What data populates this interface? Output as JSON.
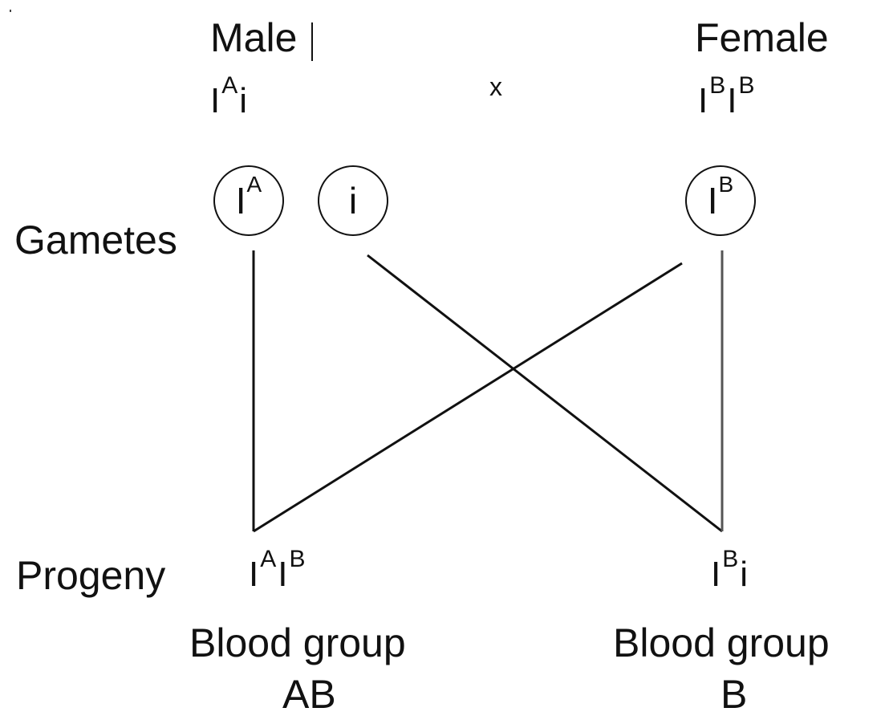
{
  "parents": {
    "male": {
      "label": "Male",
      "genotype": {
        "allele1_base": "I",
        "allele1_sup": "A",
        "allele2_base": "i"
      }
    },
    "cross_symbol": "x",
    "female": {
      "label": "Female",
      "genotype": {
        "allele1_base": "I",
        "allele1_sup": "B",
        "allele2_base": "I",
        "allele2_sup": "B"
      }
    }
  },
  "gametes": {
    "label": "Gametes",
    "male_1": {
      "base": "I",
      "sup": "A"
    },
    "male_2": {
      "base": "i"
    },
    "female_1": {
      "base": "I",
      "sup": "B"
    }
  },
  "progeny": {
    "label": "Progeny",
    "child_1": {
      "genotype": {
        "allele1_base": "I",
        "allele1_sup": "A",
        "allele2_base": "I",
        "allele2_sup": "B"
      },
      "phenotype_line1": "Blood group",
      "phenotype_line2": "AB"
    },
    "child_2": {
      "genotype": {
        "allele1_base": "I",
        "allele1_sup": "B",
        "allele2_base": "i"
      },
      "phenotype_line1": "Blood group",
      "phenotype_line2": "B"
    }
  }
}
